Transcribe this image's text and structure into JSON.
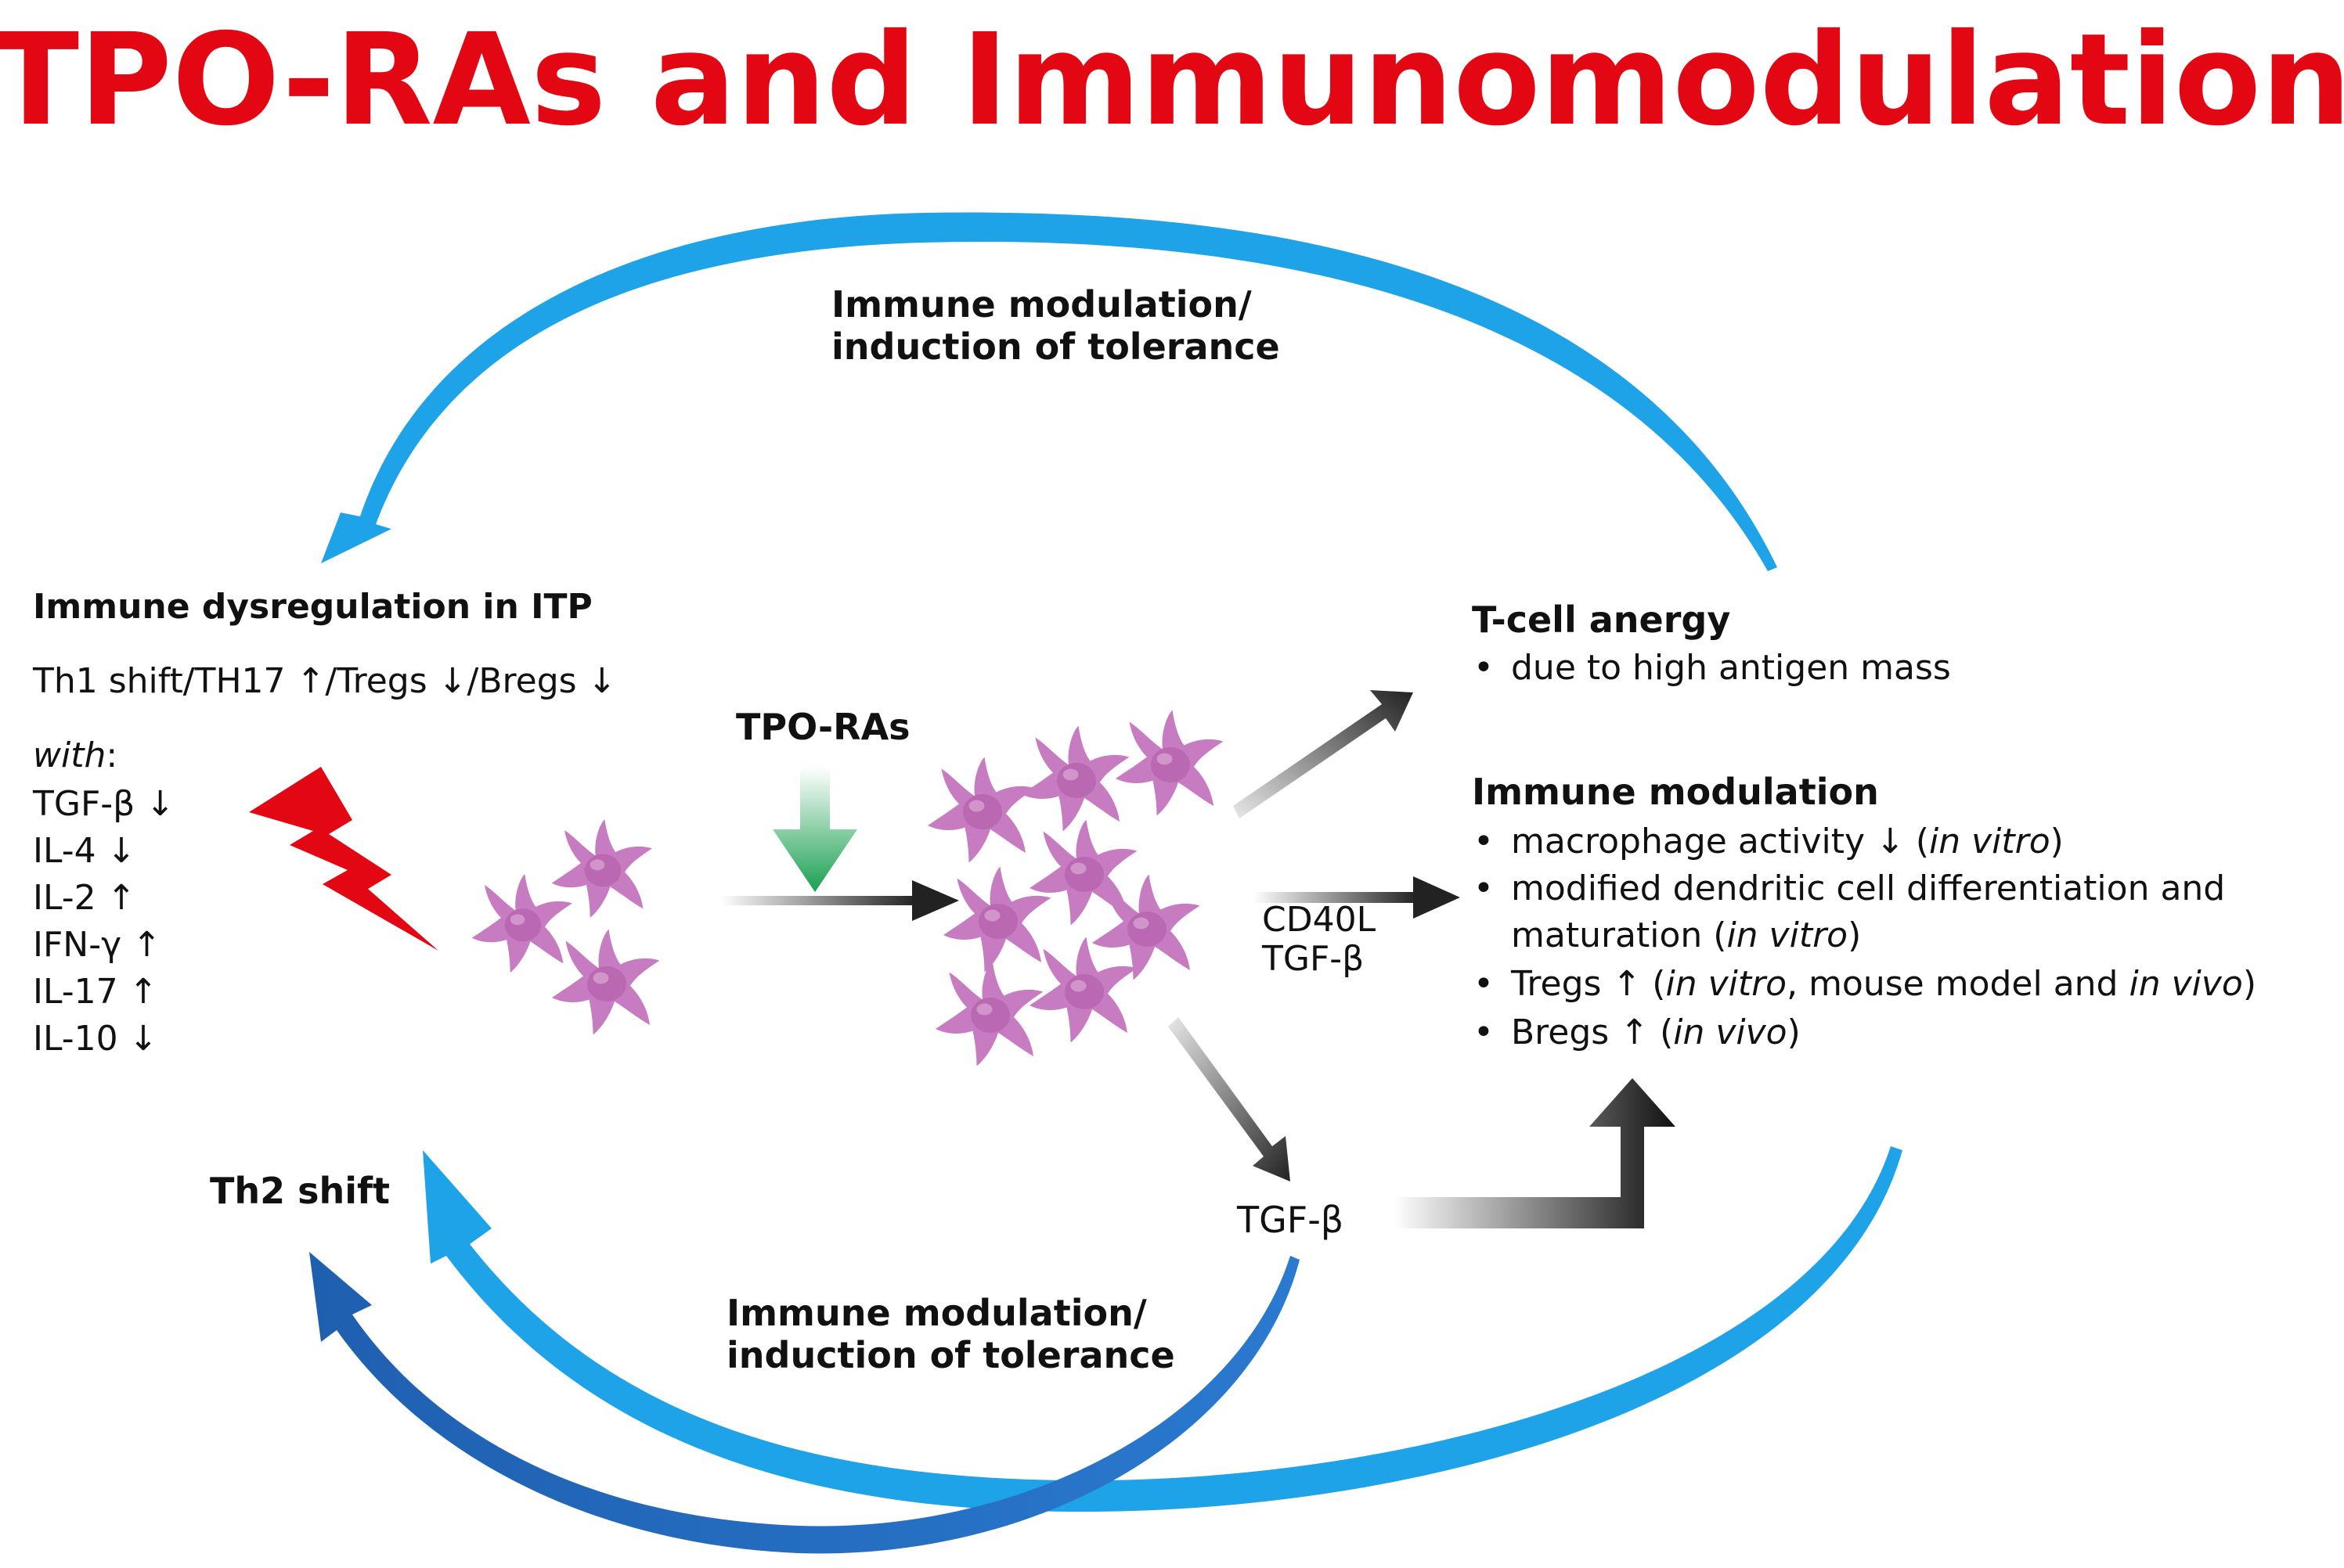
{
  "title": "TPO-RAs and Immunomodulation",
  "colors": {
    "title": "#e30613",
    "arrow_light_blue": "#1fa3e8",
    "arrow_dark_blue": "#1f5fb0",
    "tpo_arrow_green": "#1aa050",
    "lightning_red": "#e30613",
    "cells": "#c77bc0",
    "dark_arrow": "#222222"
  },
  "top_arc_label": [
    "Immune modulation/",
    "induction of tolerance"
  ],
  "bottom_arc_label": [
    "Immune modulation/",
    "induction of tolerance"
  ],
  "left": {
    "heading": "Immune dysregulation in ITP",
    "shift_line": "Th1 shift/TH17 ↑/Tregs ↓/Bregs ↓",
    "with_word": "with",
    "with_colon": ":",
    "cytokines": [
      "TGF-β ↓",
      "IL-4 ↓",
      "IL-2 ↑",
      "IFN-γ ↑",
      "IL-17 ↑",
      "IL-10 ↓"
    ]
  },
  "tpo_label": "TPO-RAs",
  "mediators": [
    "CD40L",
    "TGF-β"
  ],
  "tgf_bottom": "TGF-β",
  "th2_shift": "Th2 shift",
  "anergy": {
    "heading": "T-cell anergy",
    "bullet": "•",
    "item": "due to high antigen mass"
  },
  "modulation": {
    "heading": "Immune modulation",
    "bullet": "•",
    "item1_a": "macrophage activity ↓ (",
    "item1_b": "in vitro",
    "item1_c": ")",
    "item2_a": "modified dendritic cell differentiation and",
    "item2_b": "maturation (",
    "item2_c": "in vitro",
    "item2_d": ")",
    "item3_a": "Tregs ↑ (",
    "item3_b": "in vitro",
    "item3_c": ", mouse model and ",
    "item3_d": "in vivo",
    "item3_e": ")",
    "item4_a": "Bregs ↑ (",
    "item4_b": "in vivo",
    "item4_c": ")"
  },
  "icons": {
    "lightning": "lightning-bolt-icon",
    "cell": "dendritic-cell-icon"
  }
}
